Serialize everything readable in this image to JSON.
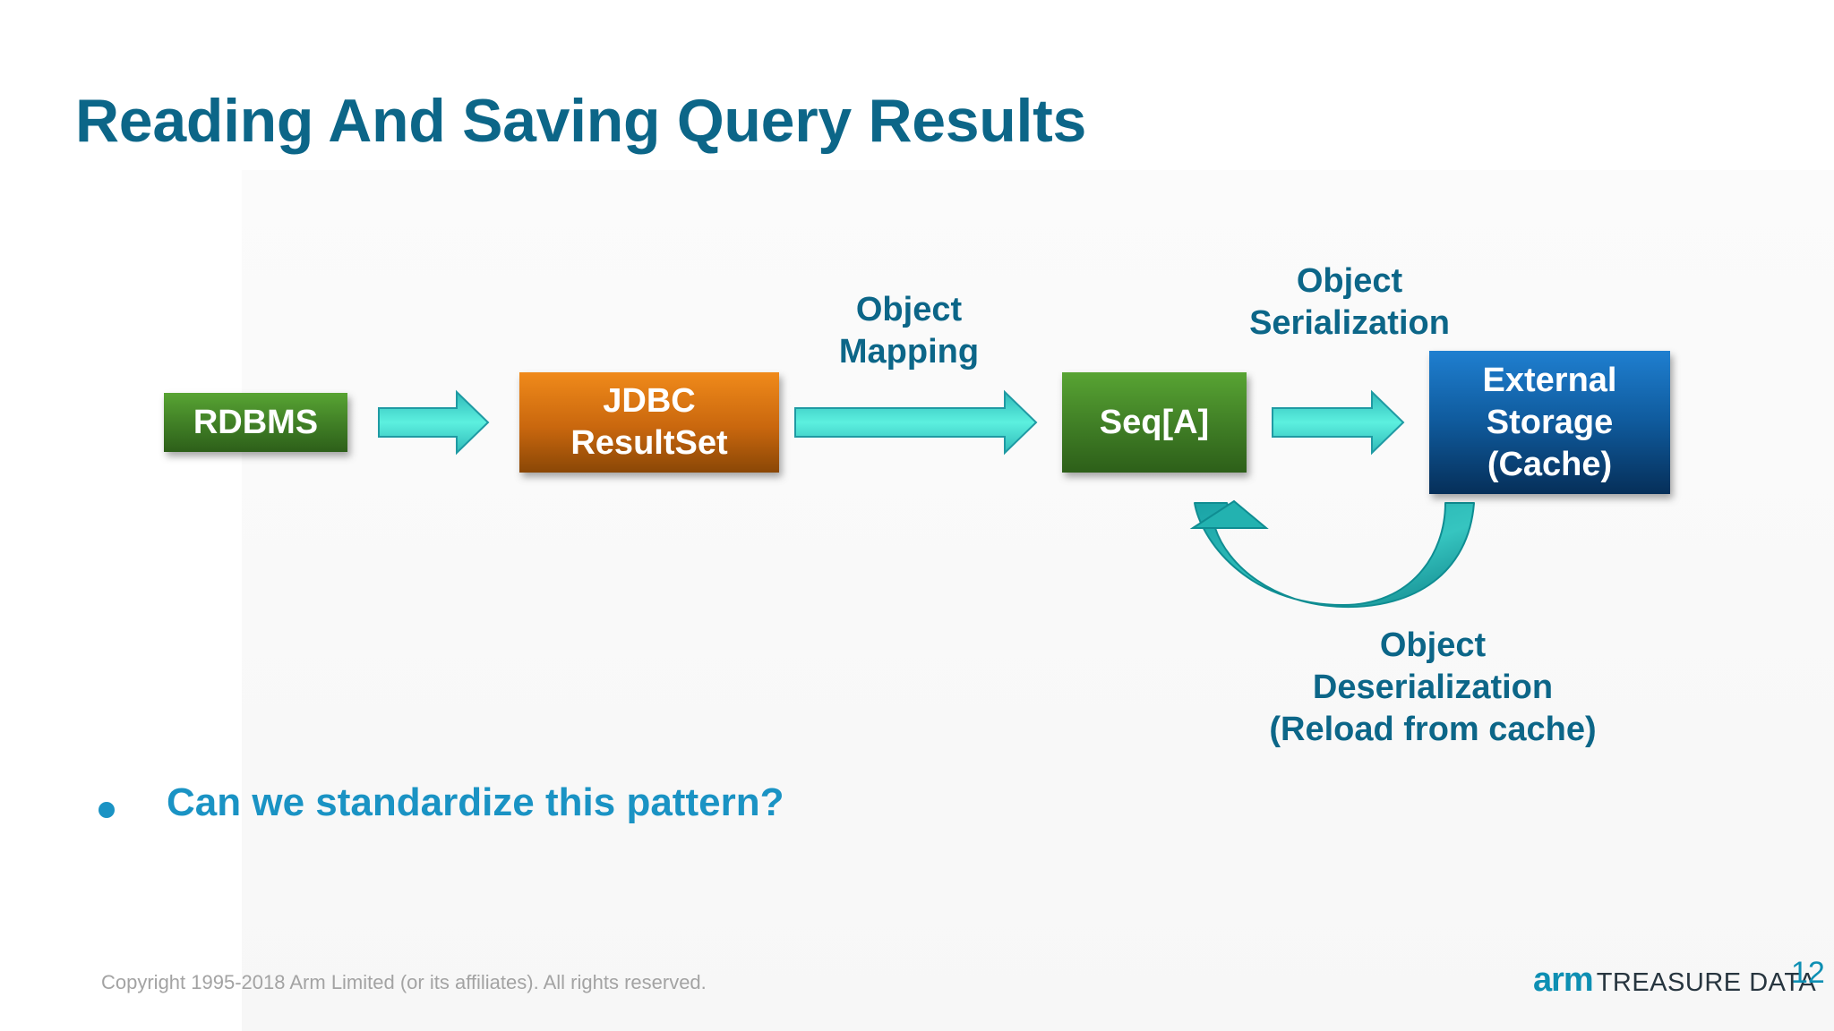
{
  "slide": {
    "title": "Reading And Saving Query Results",
    "bullet": "Can we standardize this pattern?",
    "copyright": "Copyright 1995-2018 Arm Limited (or its affiliates). All rights reserved.",
    "brand_arm": "arm",
    "brand_name": "TREASURE DATA",
    "page_number": "12"
  },
  "diagram": {
    "nodes": {
      "rdbms": "RDBMS",
      "jdbc_line1": "JDBC",
      "jdbc_line2": "ResultSet",
      "seq": "Seq[A]",
      "storage_line1": "External",
      "storage_line2": "Storage",
      "storage_line3": "(Cache)"
    },
    "edge_labels": {
      "mapping_line1": "Object",
      "mapping_line2": "Mapping",
      "serialization_line1": "Object",
      "serialization_line2": "Serialization",
      "deserialization_line1": "Object",
      "deserialization_line2": "Deserialization",
      "deserialization_line3": "(Reload from cache)"
    },
    "colors": {
      "title": "#0c6688",
      "bullet": "#1a93c4",
      "arrow": "#3ed8cc",
      "arrow_outline": "#1f9aa3"
    }
  }
}
